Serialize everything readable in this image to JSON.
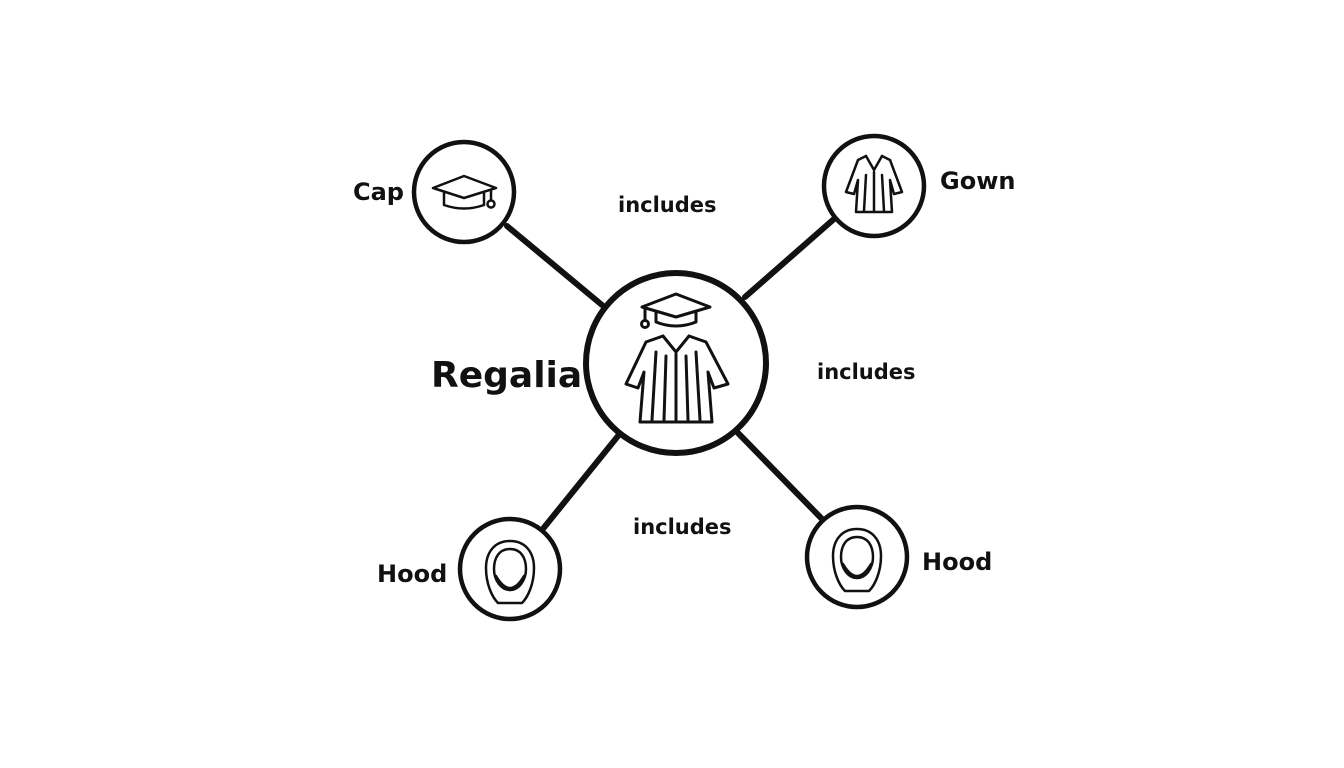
{
  "diagram": {
    "center": {
      "label": "Regalia",
      "icon": "graduation-regalia-icon"
    },
    "nodes": [
      {
        "id": "cap",
        "label": "Cap",
        "icon": "mortarboard-icon"
      },
      {
        "id": "gown",
        "label": "Gown",
        "icon": "gown-icon"
      },
      {
        "id": "hood-left",
        "label": "Hood",
        "icon": "hood-icon"
      },
      {
        "id": "hood-right",
        "label": "Hood",
        "icon": "hood-icon"
      }
    ],
    "edge_labels": [
      "includes",
      "includes",
      "includes"
    ],
    "colors": {
      "stroke": "#111111",
      "background": "#ffffff"
    }
  }
}
